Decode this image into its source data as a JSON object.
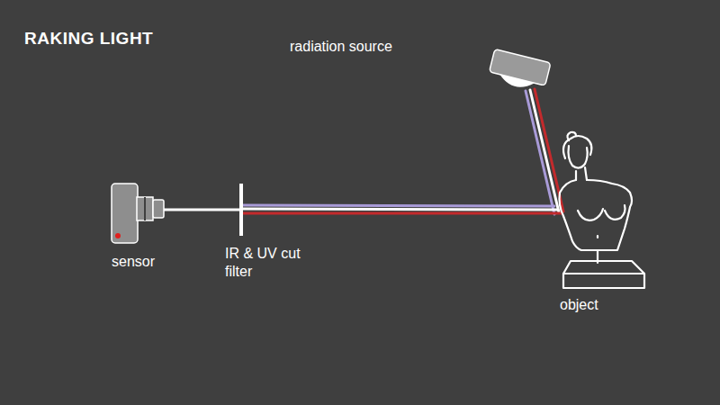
{
  "diagram": {
    "title": "RAKING LIGHT",
    "labels": [
      "radiation source",
      "sensor",
      "IR & UV cut filter",
      "object"
    ]
  }
}
